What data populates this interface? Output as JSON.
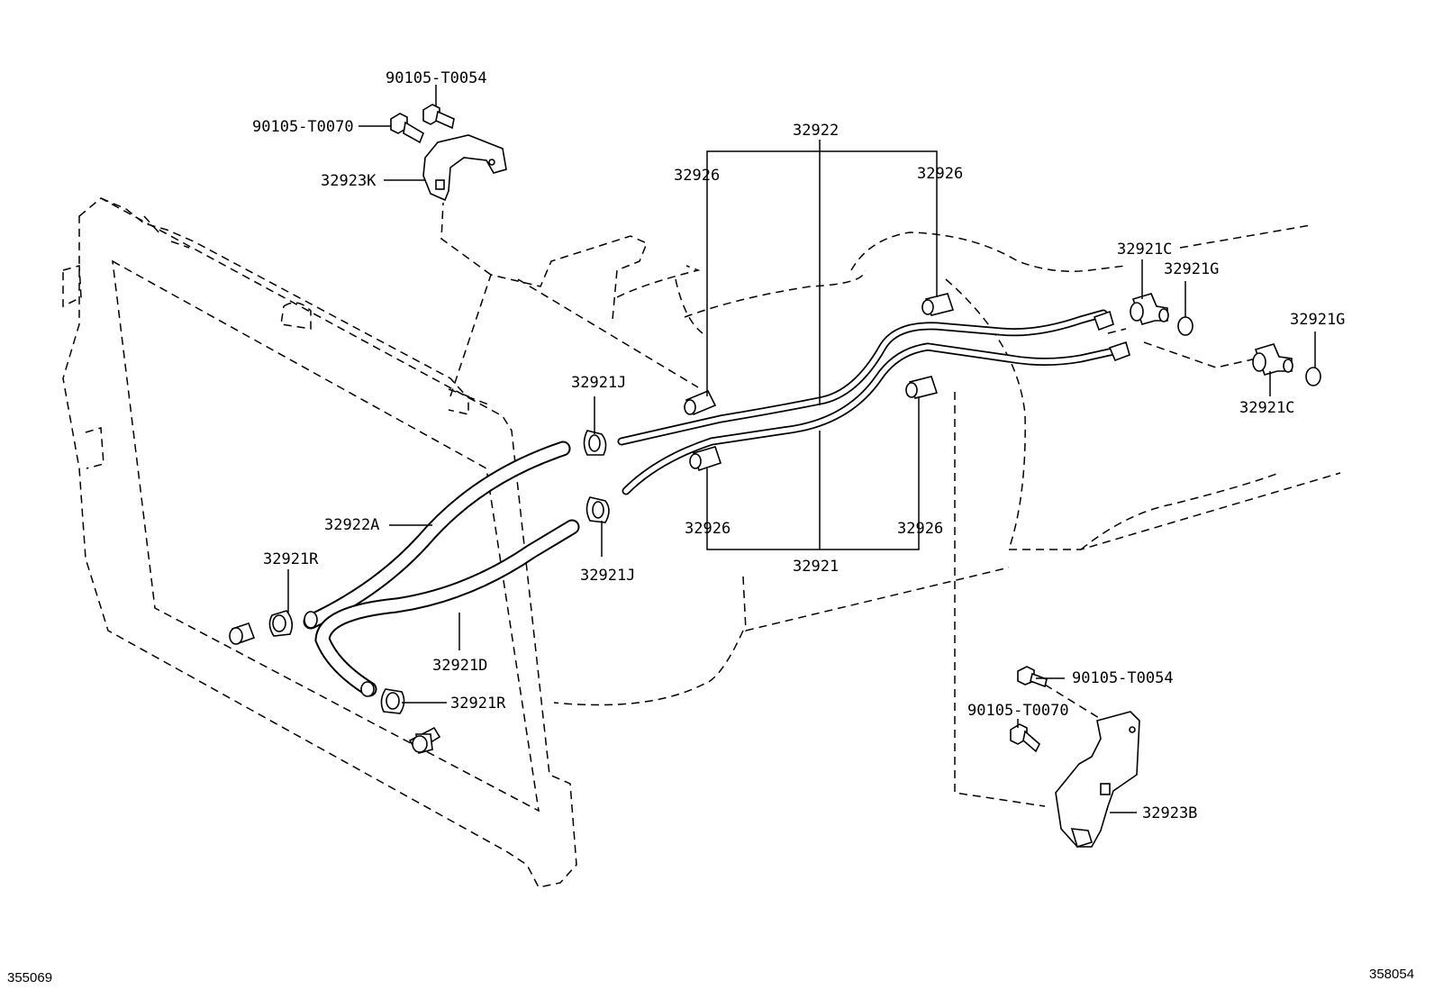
{
  "labels": {
    "bolt_top_a": "90105-T0054",
    "bolt_top_b": "90105-T0070",
    "bracket_k": "32923K",
    "tube_set": "32922",
    "grommet_tl": "32926",
    "grommet_tr": "32926",
    "fitting_c_top": "32921C",
    "gasket_g_top": "32921G",
    "gasket_g_right": "32921G",
    "fitting_c_right": "32921C",
    "clamp_j_top": "32921J",
    "clamp_j_bottom": "32921J",
    "hose_a": "32922A",
    "clamp_r_left": "32921R",
    "hose_d": "32921D",
    "clamp_r_bottom": "32921R",
    "grommet_bl": "32926",
    "grommet_br": "32926",
    "tube_main": "32921",
    "bolt_bottom_a": "90105-T0054",
    "bolt_bottom_b": "90105-T0070",
    "bracket_b": "32923B"
  },
  "corner": {
    "left_code": "355069",
    "right_code": "358054"
  }
}
